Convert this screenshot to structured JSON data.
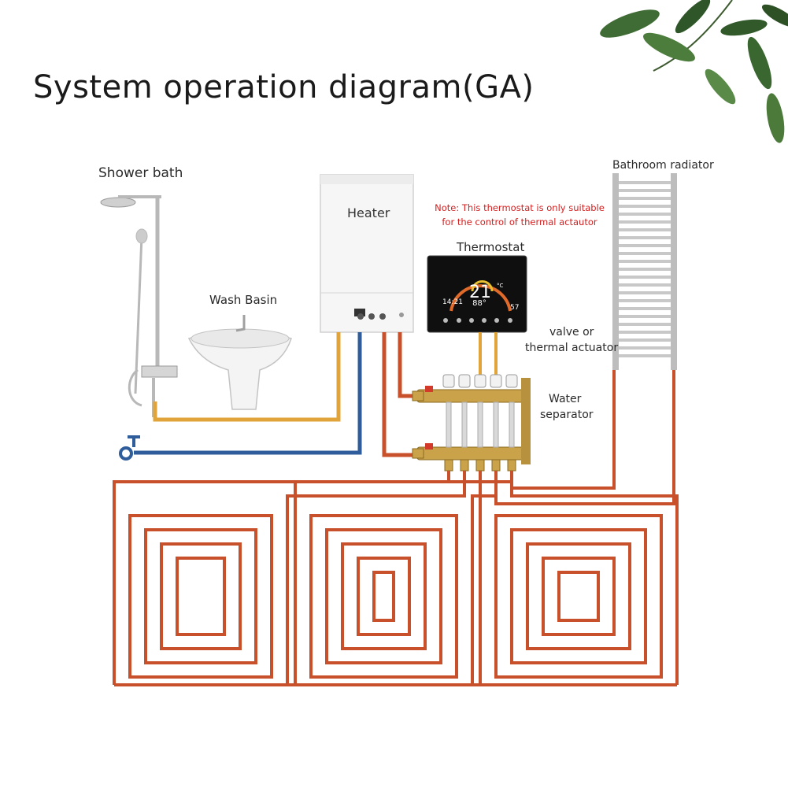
{
  "title": "System operation diagram(GA)",
  "labels": {
    "shower": "Shower bath",
    "basin": "Wash Basin",
    "heater": "Heater",
    "thermostat": "Thermostat",
    "radiator": "Bathroom radiator",
    "valve_line1": "valve or",
    "valve_line2": "thermal actuator",
    "separator_line1": "Water",
    "separator_line2": "separator"
  },
  "note": {
    "line1": "Note: This thermostat is only suitable",
    "line2": "for the control of thermal actautor"
  },
  "thermostat_display": {
    "temperature": "21",
    "unit": "°C",
    "clock": "14:21",
    "set_value": "88°",
    "humidity": "57"
  },
  "colors": {
    "hot_pipe": "#c8502a",
    "return_pipe": "#c8502a",
    "cold_pipe": "#2f5d9b",
    "warm_pipe": "#e0a43a",
    "note_red": "#d42020",
    "brass": "#c9a24a"
  }
}
